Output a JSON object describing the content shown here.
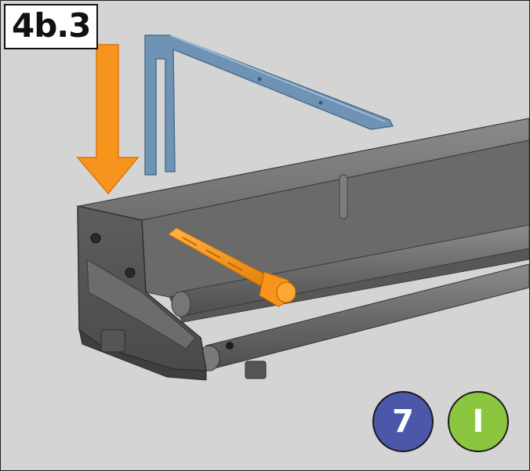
{
  "step": {
    "label": "4b.3"
  },
  "badges": {
    "quantity": {
      "text": "7",
      "color": "#4b57a8"
    },
    "part_code": {
      "text": "I",
      "color": "#8cc63f"
    }
  },
  "colors": {
    "background": "#d4d4d4",
    "arrow": "#f7941d",
    "bracket": "#6f93b5",
    "rail": "#5f5f5f",
    "bolt": "#f7941d"
  }
}
